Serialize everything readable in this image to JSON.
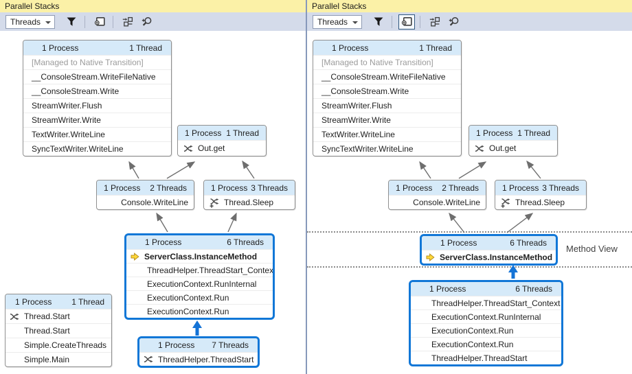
{
  "left_panel": {
    "title": "Parallel Stacks",
    "toolbar": {
      "combo": "Threads"
    },
    "boxes": {
      "writeline_stack": {
        "process": "1 Process",
        "threads": "1 Thread",
        "rows": [
          "[Managed to Native Transition]",
          "__ConsoleStream.WriteFileNative",
          "__ConsoleStream.Write",
          "StreamWriter.Flush",
          "StreamWriter.Write",
          "TextWriter.WriteLine",
          "SyncTextWriter.WriteLine"
        ]
      },
      "out_get": {
        "process": "1 Process",
        "threads": "1 Thread",
        "method": "Out.get"
      },
      "console_writeline": {
        "process": "1 Process",
        "threads": "2 Threads",
        "method": "Console.WriteLine"
      },
      "thread_sleep": {
        "process": "1 Process",
        "threads": "3 Threads",
        "method": "Thread.Sleep"
      },
      "server_class": {
        "process": "1 Process",
        "threads": "6 Threads",
        "current_method": "ServerClass.InstanceMethod",
        "rows": [
          "ThreadHelper.ThreadStart_Context",
          "ExecutionContext.RunInternal",
          "ExecutionContext.Run",
          "ExecutionContext.Run"
        ]
      },
      "main_thread": {
        "process": "1 Process",
        "threads": "1 Thread",
        "rows": [
          "Thread.Start",
          "Thread.Start",
          "Simple.CreateThreads",
          "Simple.Main"
        ]
      },
      "thread_start": {
        "process": "1 Process",
        "threads": "7 Threads",
        "method": "ThreadHelper.ThreadStart"
      }
    }
  },
  "right_panel": {
    "title": "Parallel Stacks",
    "toolbar": {
      "combo": "Threads"
    },
    "annotation": "Method View",
    "boxes": {
      "writeline_stack": {
        "process": "1 Process",
        "threads": "1 Thread",
        "rows": [
          "[Managed to Native Transition]",
          "__ConsoleStream.WriteFileNative",
          "__ConsoleStream.Write",
          "StreamWriter.Flush",
          "StreamWriter.Write",
          "TextWriter.WriteLine",
          "SyncTextWriter.WriteLine"
        ]
      },
      "out_get": {
        "process": "1 Process",
        "threads": "1 Thread",
        "method": "Out.get"
      },
      "console_writeline": {
        "process": "1 Process",
        "threads": "2 Threads",
        "method": "Console.WriteLine"
      },
      "thread_sleep": {
        "process": "1 Process",
        "threads": "3 Threads",
        "method": "Thread.Sleep"
      },
      "method_view": {
        "process": "1 Process",
        "threads": "6 Threads",
        "current_method": "ServerClass.InstanceMethod"
      },
      "threadstart_stack": {
        "process": "1 Process",
        "threads": "6 Threads",
        "rows": [
          "ThreadHelper.ThreadStart_Context",
          "ExecutionContext.RunInternal",
          "ExecutionContext.Run",
          "ExecutionContext.Run",
          "ThreadHelper.ThreadStart"
        ]
      }
    }
  },
  "colors": {
    "titlebar": "#fbf1a7",
    "toolbar": "#d4dbea",
    "selection": "#1177d7",
    "box_header": "#d6eaf9",
    "connector": "#6e6e6e",
    "blue_connector": "#1473d6"
  }
}
